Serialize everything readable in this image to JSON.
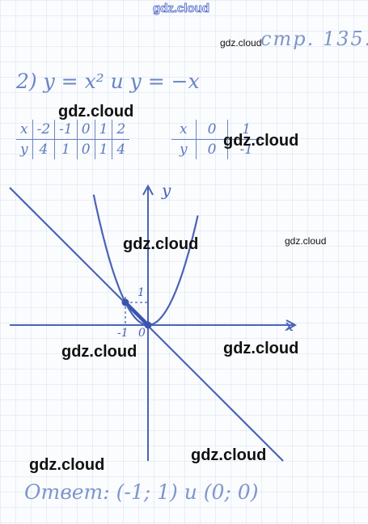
{
  "watermark": {
    "site": "gdz.cloud"
  },
  "header": {
    "page_ref": "стр. 135."
  },
  "task": {
    "statement": "2) y = x² и y = −x"
  },
  "table_parabola": {
    "row_x": [
      "x",
      "-2",
      "-1",
      "0",
      "1",
      "2"
    ],
    "row_y": [
      "y",
      "4",
      "1",
      "0",
      "1",
      "4"
    ]
  },
  "table_line": {
    "row_x": [
      "x",
      "0",
      "1"
    ],
    "row_y": [
      "y",
      "0",
      "-1"
    ]
  },
  "graph": {
    "x_axis_label": "x",
    "y_axis_label": "y",
    "tick_one_y": "1",
    "tick_minus_one_x": "-1",
    "origin": "0",
    "curves": [
      {
        "kind": "parabola",
        "formula": "y = x^2"
      },
      {
        "kind": "line",
        "formula": "y = -x"
      }
    ],
    "intersections": [
      [
        -1,
        1
      ],
      [
        0,
        0
      ]
    ],
    "ink_color": "#4a63b5"
  },
  "answer": {
    "text": "Ответ: (-1; 1) и (0; 0)"
  }
}
